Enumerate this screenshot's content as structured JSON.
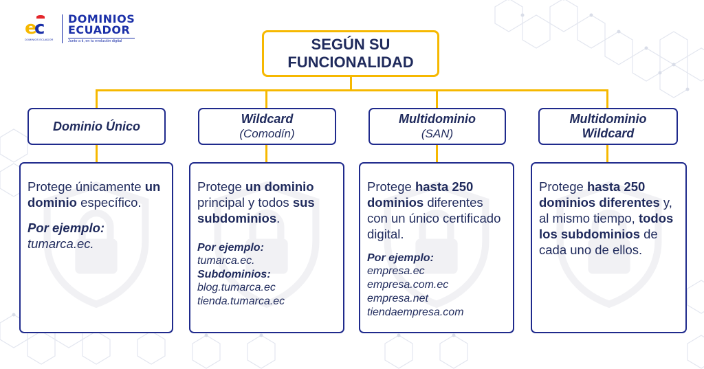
{
  "logo": {
    "brand": "DOMINIOS",
    "brand2": "ECUADOR",
    "tagline": "Junto a ti, en tu evolución digital",
    "mark_sub": "DOMINIOS ECUADOR"
  },
  "root": {
    "line1": "SEGÚN SU",
    "line2": "FUNCIONALIDAD"
  },
  "categories": [
    {
      "title": "Dominio Único",
      "subtitle": "",
      "desc": [
        {
          "text": "Protege únicamente ",
          "bold": false
        },
        {
          "text": "un dominio",
          "bold": true
        },
        {
          "text": " específico.",
          "bold": false
        }
      ],
      "example_heading": "Por ejemplo:",
      "examples": [
        "tumarca.ec."
      ],
      "sub_heading": "",
      "sub_examples": []
    },
    {
      "title": "Wildcard",
      "subtitle": "(Comodín)",
      "desc": [
        {
          "text": "Protege ",
          "bold": false
        },
        {
          "text": "un dominio",
          "bold": true
        },
        {
          "text": " principal y todos ",
          "bold": false
        },
        {
          "text": "sus subdominios",
          "bold": true
        },
        {
          "text": ".",
          "bold": false
        }
      ],
      "example_heading": "Por ejemplo:",
      "examples": [
        "tumarca.ec."
      ],
      "sub_heading": "Subdominios:",
      "sub_examples": [
        "blog.tumarca.ec",
        "tienda.tumarca.ec"
      ]
    },
    {
      "title": "Multidominio",
      "subtitle": "(SAN)",
      "desc": [
        {
          "text": "Protege ",
          "bold": false
        },
        {
          "text": "hasta 250 dominios",
          "bold": true
        },
        {
          "text": " diferentes con un único certificado digital.",
          "bold": false
        }
      ],
      "example_heading": "Por ejemplo:",
      "examples": [
        "empresa.ec",
        "empresa.com.ec",
        "empresa.net",
        "tiendaempresa.com"
      ],
      "sub_heading": "",
      "sub_examples": []
    },
    {
      "title": "Multidominio Wildcard",
      "subtitle": "",
      "desc": [
        {
          "text": "Protege ",
          "bold": false
        },
        {
          "text": "hasta 250 dominios diferentes",
          "bold": true
        },
        {
          "text": " y, al mismo tiempo, ",
          "bold": false
        },
        {
          "text": "todos los subdominios",
          "bold": true
        },
        {
          "text": " de cada uno de ellos.",
          "bold": false
        }
      ],
      "example_heading": "",
      "examples": [],
      "sub_heading": "",
      "sub_examples": []
    }
  ],
  "colors": {
    "accent": "#f6b800",
    "navy": "#1f2a8c",
    "text": "#1f2a5c",
    "brand_blue": "#1a2fa8",
    "brand_red": "#e4262b"
  }
}
